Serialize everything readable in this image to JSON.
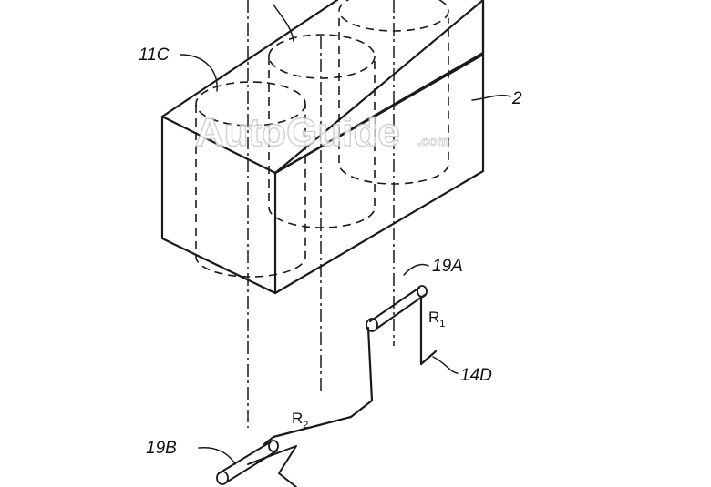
{
  "labels": {
    "cell_label": "11C",
    "module_label": "2",
    "contact_top": "19A",
    "resistance_top": "R",
    "resistance_top_sub": "1",
    "probe_label": "14D",
    "resistance_bottom": "R",
    "resistance_bottom_sub": "2",
    "contact_bottom": "19B"
  },
  "watermark": {
    "text": "AutoGuide",
    "suffix": ".com"
  }
}
